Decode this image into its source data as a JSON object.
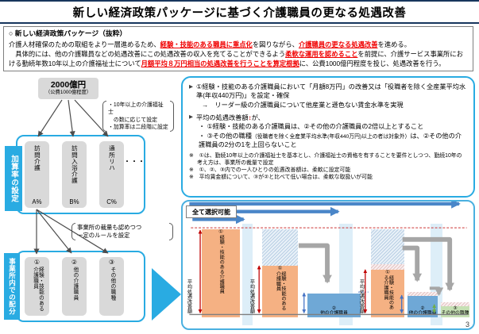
{
  "title": "新しい経済政策パッケージに基づく介護職員の更なる処遇改善",
  "page_number": "3",
  "extract": {
    "marker": "○",
    "heading": "新しい経済政策パッケージ（抜粋）",
    "p1_s1": "介護人材確保のための取組をより一層進めるため、",
    "p1_s2": "経験・技能のある職員に重点化",
    "p1_s3": "を図りながら、",
    "p1_s4": "介護職員の更なる処遇改善",
    "p1_s5": "を進める。",
    "p2_s1": "　具体的には、他の介護職員などの処遇改善にこの処遇改善の収入を充てることができるよう",
    "p2_s2": "柔軟な運用を認めること",
    "p2_s3": "を前提に、介護サービス事業所における勤続年数10年以上の介護福祉士について",
    "p2_s4": "月額平均８万円相当の処遇改善を行うことを算定根拠",
    "p2_s5": "に、公費1000億円程度を投じ、処遇改善を行う。"
  },
  "left": {
    "budget_amount": "2000億円",
    "budget_note": "（公費1000億程度）",
    "note1_l1": "・10年以上の介護福祉士",
    "note1_l2": "　の数に応じて設定",
    "note1_l3": "・加算率は二段階に設定",
    "section1_label": "加算率の設定",
    "svc1_name": "訪問介護",
    "svc1_rate": "A%",
    "svc2_name": "訪問入浴介護",
    "svc2_rate": "B%",
    "svc3_name": "通所リハ",
    "svc3_rate": "C%",
    "svc_more": "・・・",
    "note2_l1": "事業所の裁量も認めつつ",
    "note2_l2": "一定のルールを設定",
    "section2_label": "事業所内での配分",
    "grp1_num": "①",
    "grp1_name": "経験・技能のある介護職員",
    "grp2_num": "②",
    "grp2_name": "他の介護職員",
    "grp3_num": "③",
    "grp3_name": "その他の職種"
  },
  "rules": {
    "b1_main": "①経験・技能のある介護職員において「月額8万円」の改善又は「役職者を除く全産業平均水準(年収440万円)」を設定・確保",
    "b1_sub": "→　リーダー級の介護職員について他産業と遜色ない賃金水準を実現",
    "b2_pre": "平均の処遇改善額",
    "b2_symbol": "↕",
    "b2_post": "が、",
    "b2_i1": "・ ①経験・技能のある介護職員は、②その他の介護職員の2倍以上とすること",
    "b2_i2_pre": "・ ③その他の職種",
    "b2_i2_paren": "（役職者を除く全産業平均水準(年収440万円)以上の者は対象外）",
    "b2_i2_post": "は、②その他の介護職員の2分の1を上回らないこと",
    "note1": "※　①は、勤続10年以上の介護福祉士を基本とし、介護福祉士の資格を有することを要件としつつ、勤続10年の考え方は、事業所の裁量で設定",
    "note2": "※　①、②、③内での一人ひとりの処遇改善額は、柔軟に設定可能",
    "note3": "※　平均賃金額について、③が②と比べて低い場合は、柔軟な取扱いが可能"
  },
  "chart": {
    "select_all_label": "全て選択可能",
    "axis_label": "平均処遇改善額",
    "bar1_num": "①",
    "bar1_label": "経験・技能のある介護職員",
    "bar2_num": "②",
    "bar2_label": "他の介護職員",
    "bar3_num": "③",
    "bar3_label": "その他の職種"
  }
}
